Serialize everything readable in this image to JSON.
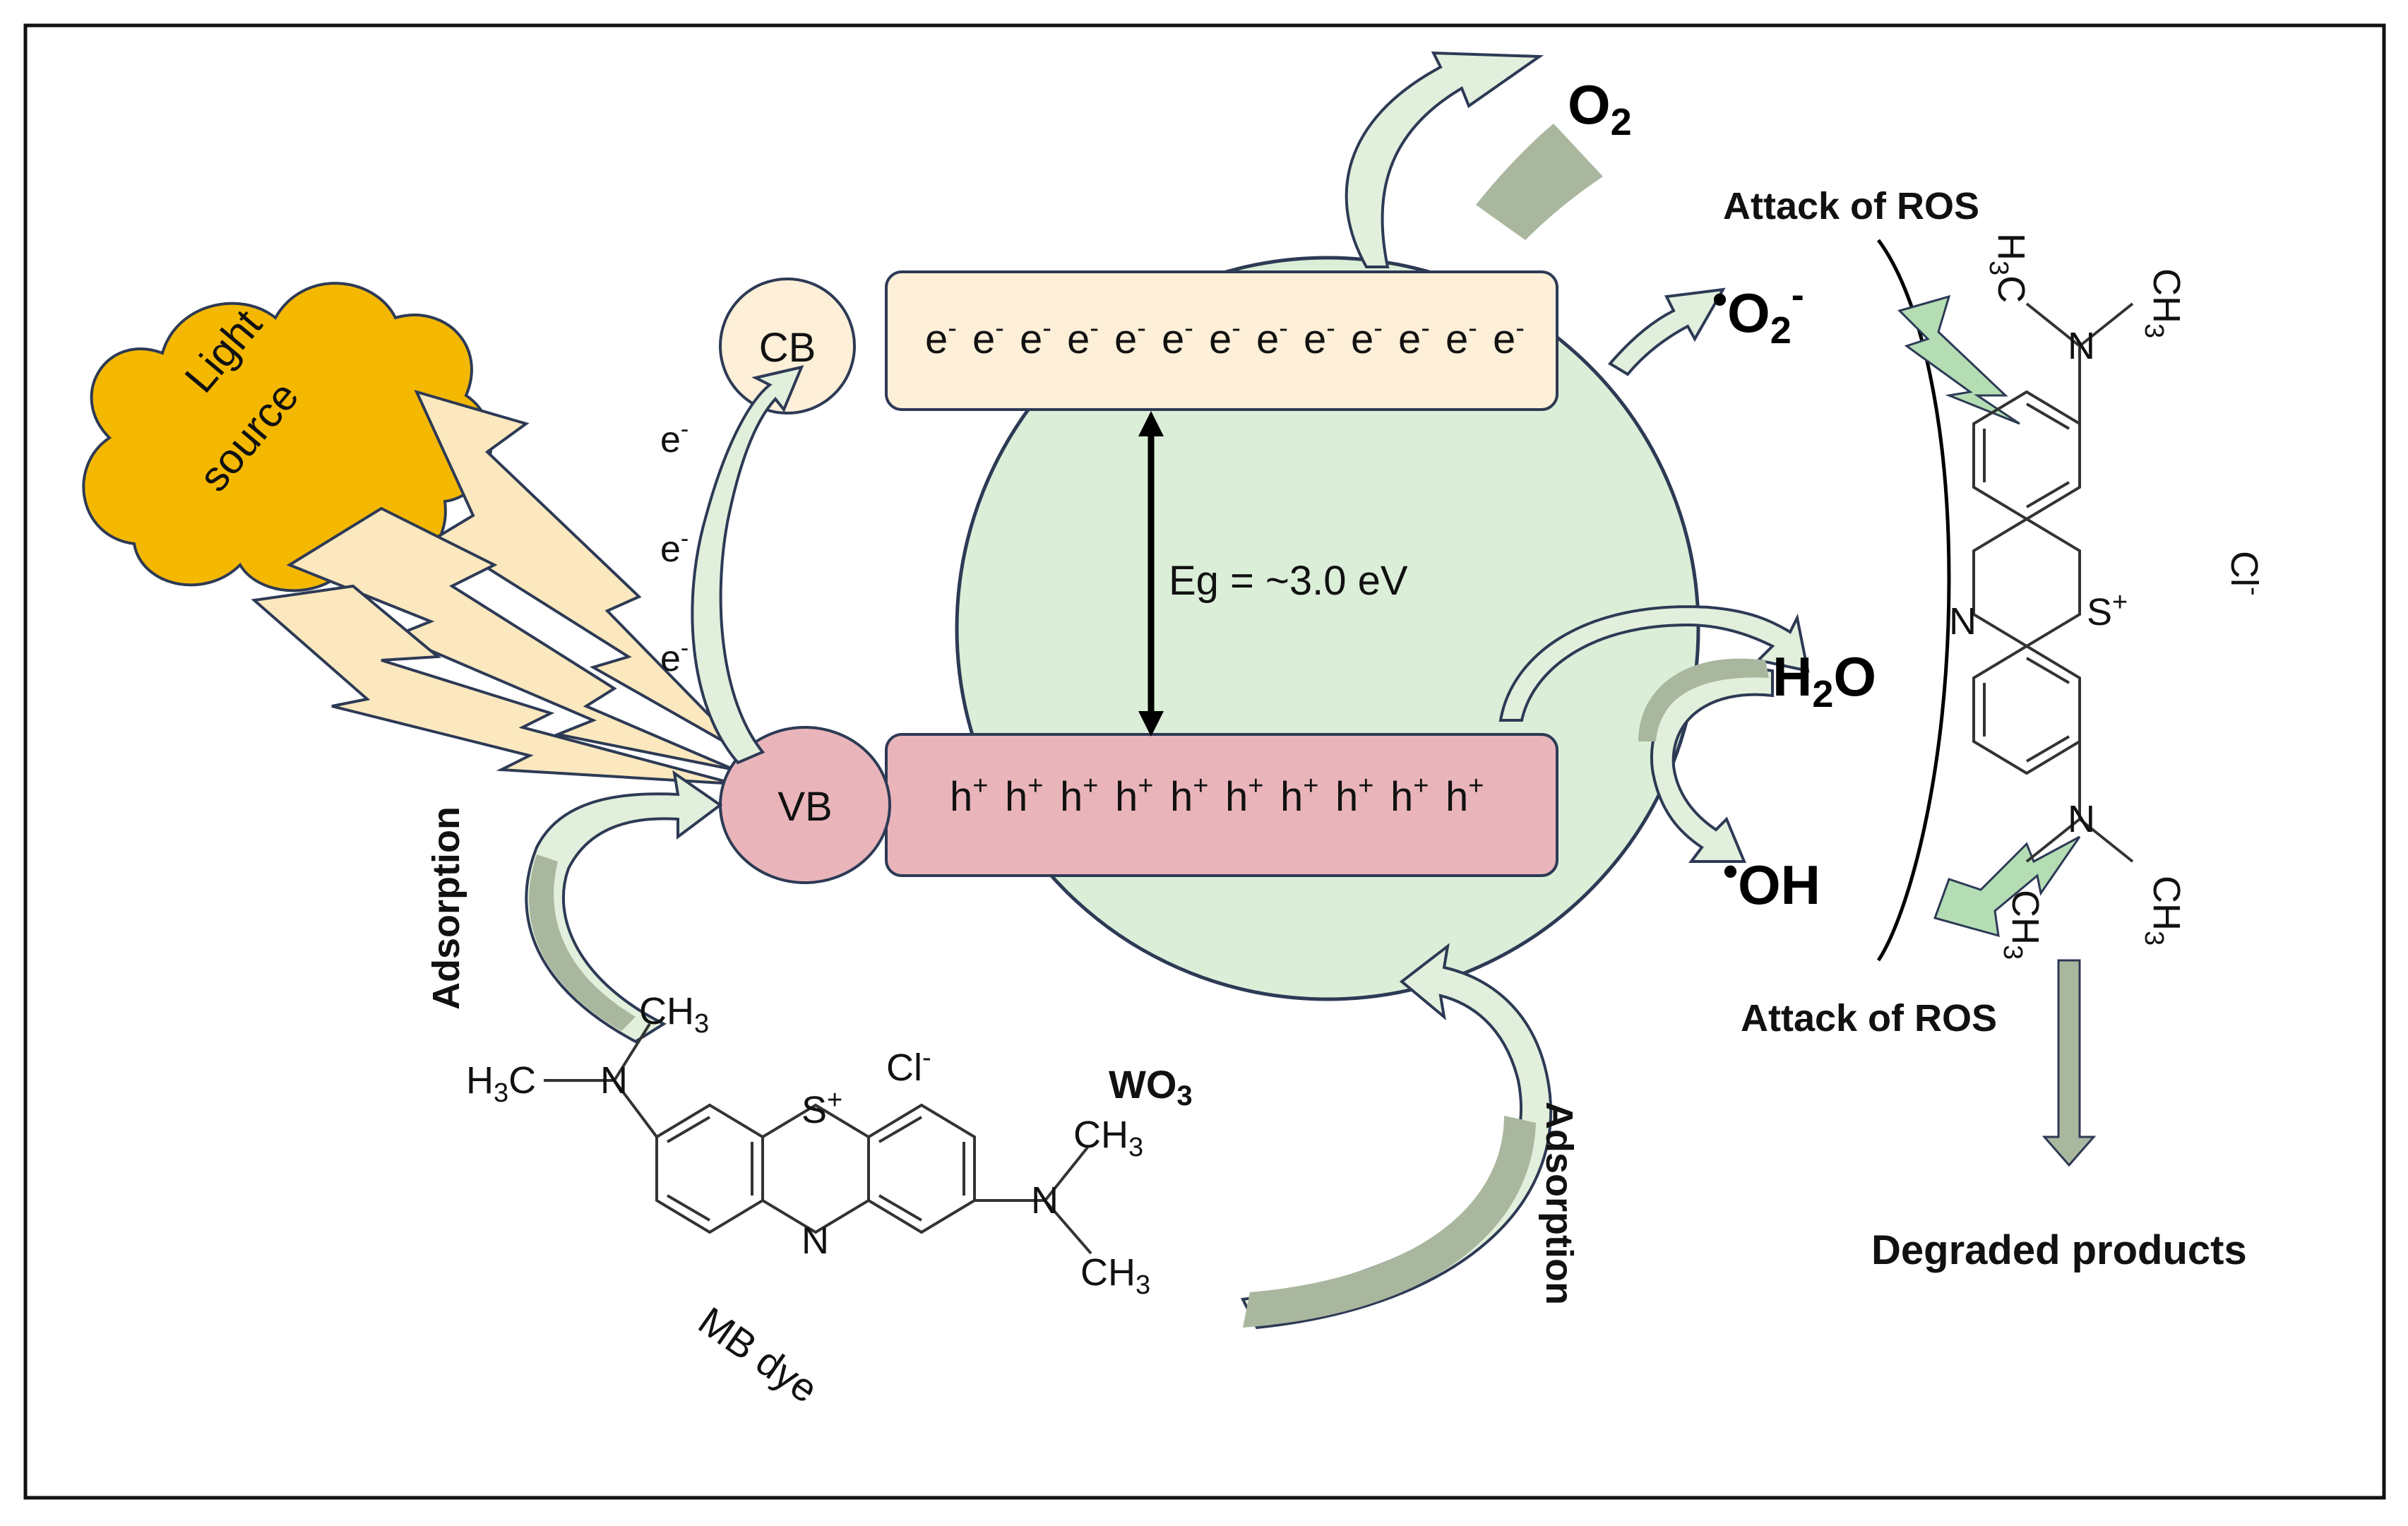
{
  "light_source": {
    "line1": "Light",
    "line2": "source"
  },
  "bands": {
    "cb_label": "CB",
    "vb_label": "VB",
    "electron": "e",
    "electron_charge": "-",
    "hole": "h",
    "hole_charge": "+",
    "electron_count": 13,
    "hole_count": 10,
    "excited_electron_count": 3
  },
  "band_gap": "Eg = ~3.0 eV",
  "catalyst": {
    "main": "WO",
    "sub": "3"
  },
  "species": {
    "o2_main": "O",
    "o2_sub": "2",
    "superoxide_main": "O",
    "superoxide_sub": "2",
    "superoxide_sup": "-",
    "radical_dot": "•",
    "water_h": "H",
    "water_sub": "2",
    "water_o": "O",
    "hydroxyl": "OH"
  },
  "labels": {
    "attack_top": "Attack of ROS",
    "attack_bottom": "Attack of ROS",
    "adsorption_left": "Adsorption",
    "adsorption_right": "Adsorption",
    "degraded": "Degraded products",
    "mb_dye": "MB dye"
  },
  "molecule": {
    "cl": "Cl",
    "cl_charge": "-",
    "s": "S",
    "s_charge": "+",
    "n": "N",
    "ch": "CH",
    "h": "H",
    "c": "C",
    "three": "3"
  },
  "colors": {
    "circle_fill": "#dbeed8",
    "cb_fill": "#fdefd8",
    "vb_fill": "#e9b5ba",
    "arrow_fill": "#e2efdc",
    "thick_arrow": "#aab79f",
    "cloud": "#f5b800",
    "bolt": "#fbe8be",
    "ros_bolt": "#b4ddb4"
  }
}
